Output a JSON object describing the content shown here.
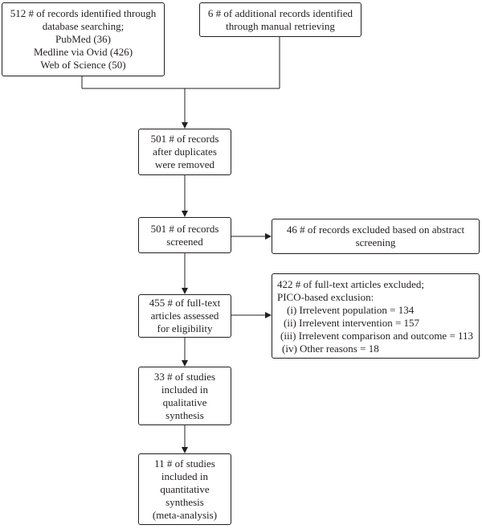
{
  "boxes": {
    "identified": {
      "lines": [
        "512 # of records identified through",
        "database searching;",
        "PubMed (36)",
        "Medline via Ovid (426)",
        "Web of Science (50)"
      ]
    },
    "additional": {
      "lines": [
        "6 # of additional records identified",
        "through manual retrieving"
      ]
    },
    "duplicates": {
      "lines": [
        "501 # of records",
        "after duplicates",
        "were removed"
      ]
    },
    "screened": {
      "lines": [
        "501 # of records",
        "screened"
      ]
    },
    "excluded_abstract": {
      "lines": [
        "46 # of records excluded based on abstract",
        "screening"
      ]
    },
    "fulltext": {
      "lines": [
        "455 # of full-text",
        "articles assessed",
        "for eligibility"
      ]
    },
    "excluded_fulltext": {
      "title_lines": [
        "422 # of full-text articles excluded;",
        "PICO-based exclusion:"
      ],
      "items": [
        "(i) Irrelevent population = 134",
        "(ii) Irrelevent intervention = 157",
        "(iii) Irrelevent comparison and outcome = 113",
        "(iv) Other reasons = 18"
      ]
    },
    "qualitative": {
      "lines": [
        "33 # of studies",
        "included in",
        "qualitative",
        "synthesis"
      ]
    },
    "quantitative": {
      "lines": [
        "11 # of studies",
        "included in",
        "quantitative",
        "synthesis",
        "(meta-analysis)"
      ]
    }
  }
}
